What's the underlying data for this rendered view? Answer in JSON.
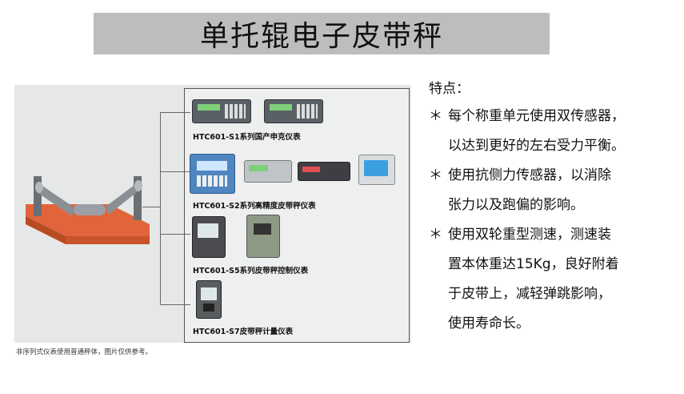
{
  "title": "单托辊电子皮带秤",
  "diagram": {
    "groups": [
      {
        "label": "HTC601-S1系列国产申克仪表"
      },
      {
        "label": "HTC601-S2系列高精度皮带秤仪表"
      },
      {
        "label": "HTC601-S5系列皮带秤控制仪表"
      },
      {
        "label": "HTC601-S7皮带秤计量仪表"
      }
    ],
    "footnote": "非序列式仪表使用普通秤体，图片仅供参考。"
  },
  "features": {
    "heading": "特点：",
    "items": [
      {
        "lines": [
          "每个称重单元使用双传感器，",
          "以达到更好的左右受力平衡。"
        ]
      },
      {
        "lines": [
          "使用抗侧力传感器，以消除",
          "张力以及跑偏的影响。"
        ]
      },
      {
        "lines": [
          "使用双轮重型测速，测速装",
          "置本体重达15Kg，良好附着",
          "于皮带上，减轻弹跳影响，",
          "使用寿命长。"
        ]
      }
    ],
    "bullet": "＊"
  }
}
